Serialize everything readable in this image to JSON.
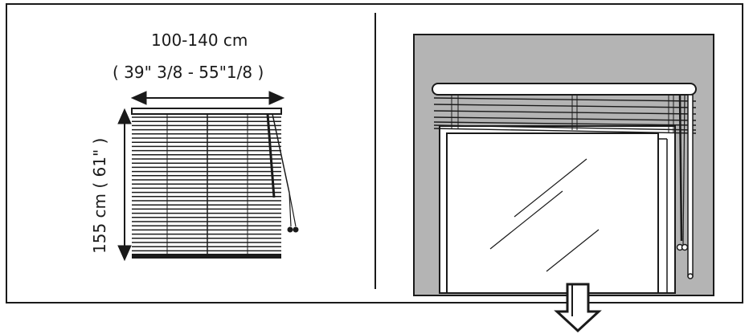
{
  "dimensions": {
    "width_cm": "100-140 cm",
    "width_in": "( 39\" 3/8 - 55\"1/8 )",
    "height": "155 cm ( 61\" )"
  },
  "colors": {
    "line": "#1a1a1a",
    "wall": "#b4b4b4",
    "white": "#ffffff"
  },
  "icons": {
    "next_step": "down-arrow-icon"
  }
}
